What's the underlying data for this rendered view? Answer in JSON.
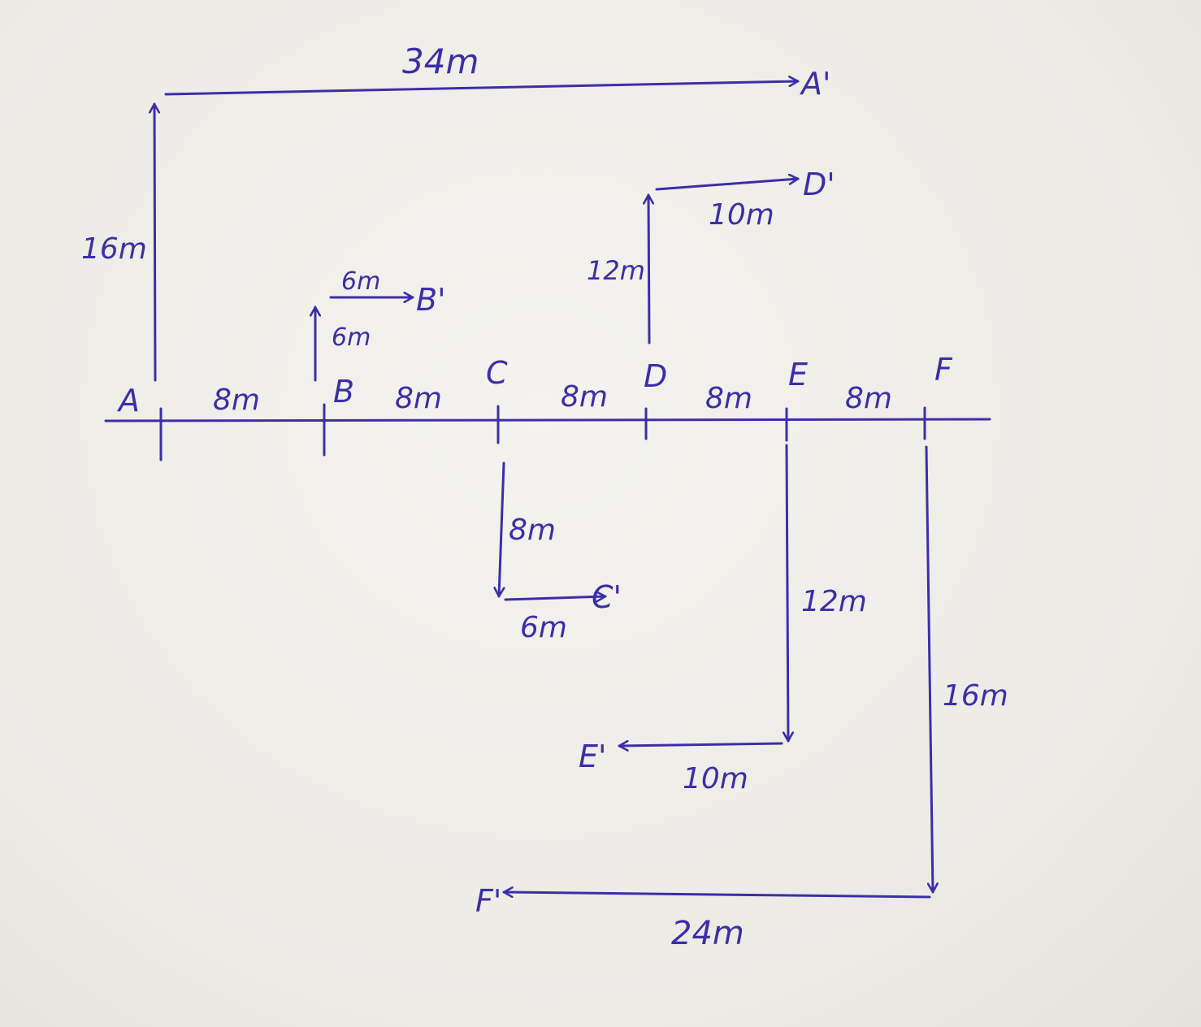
{
  "colors": {
    "ink": "#3b2fa8",
    "paper": "#efeeea"
  },
  "points": {
    "A": "A",
    "B": "B",
    "C": "C",
    "D": "D",
    "E": "E",
    "F": "F"
  },
  "image_points": {
    "A": "A'",
    "B": "B'",
    "C": "C'",
    "D": "D'",
    "E": "E'",
    "F": "F'"
  },
  "segments": {
    "AB": "8m",
    "BC": "8m",
    "CD": "8m",
    "DE": "8m",
    "EF": "8m"
  },
  "paths": {
    "A": {
      "vertical": "16m",
      "horizontal": "34m"
    },
    "B": {
      "vertical": "6m",
      "horizontal": "6m"
    },
    "C": {
      "vertical": "8m",
      "horizontal": "6m"
    },
    "D": {
      "vertical": "12m",
      "horizontal": "10m"
    },
    "E": {
      "vertical": "12m",
      "horizontal": "10m"
    },
    "F": {
      "vertical": "16m",
      "horizontal": "24m"
    }
  }
}
